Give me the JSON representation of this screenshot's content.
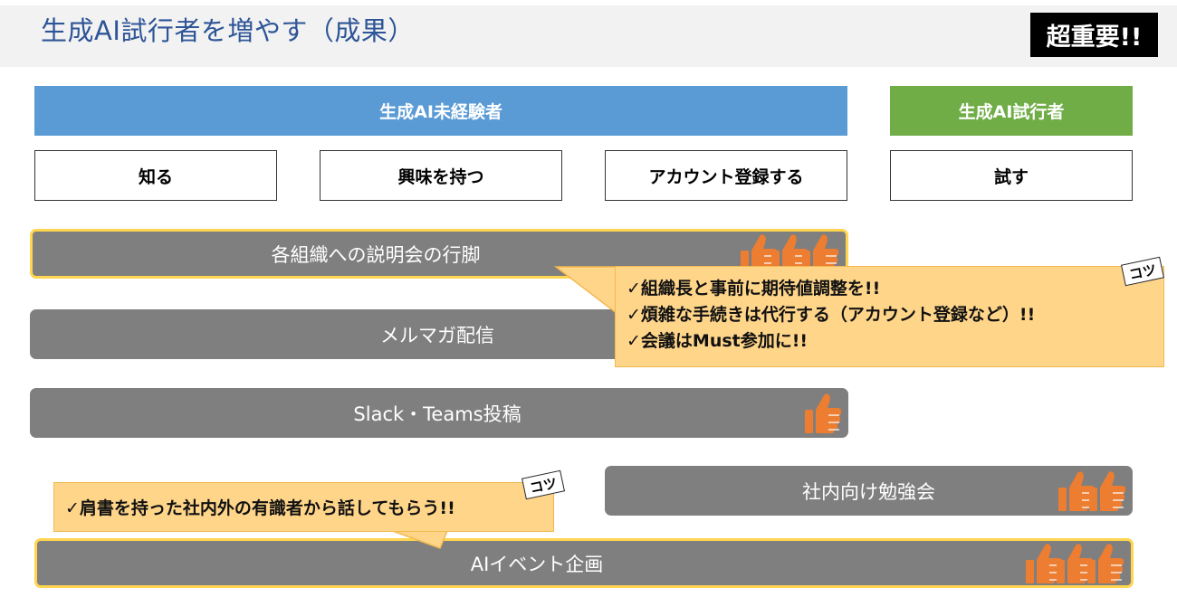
{
  "header": {
    "title": "生成AI試行者を増やす（成果）",
    "badge": "超重要!!"
  },
  "phases": {
    "inexperienced": "生成AI未経験者",
    "trial": "生成AI試行者"
  },
  "stages": [
    "知る",
    "興味を持つ",
    "アカウント登録する",
    "試す"
  ],
  "initiatives": [
    {
      "label": "各組織への説明会の行脚",
      "thumbs": 3,
      "highlighted": true
    },
    {
      "label": "メルマガ配信",
      "thumbs": 0,
      "highlighted": false
    },
    {
      "label": "Slack・Teams投稿",
      "thumbs": 1,
      "highlighted": false
    },
    {
      "label": "社内向け勉強会",
      "thumbs": 2,
      "highlighted": false
    },
    {
      "label": "AIイベント企画",
      "thumbs": 3,
      "highlighted": true
    }
  ],
  "tips": {
    "tag": "コツ",
    "briefing": [
      "✓組織長と事前に期待値調整を!!",
      "✓煩雑な手続きは代行する（アカウント登録など）!!",
      "✓会議はMust参加に!!"
    ],
    "event": [
      "✓肩書を持った社内外の有識者から話してもらう!!"
    ]
  },
  "colors": {
    "phase_blue": "#5b9bd5",
    "phase_green": "#70ad47",
    "bar_gray": "#7f7f7f",
    "thumb_orange": "#ed7d31",
    "callout_fill": "#ffd58a",
    "highlight_border": "#ffd54f"
  }
}
